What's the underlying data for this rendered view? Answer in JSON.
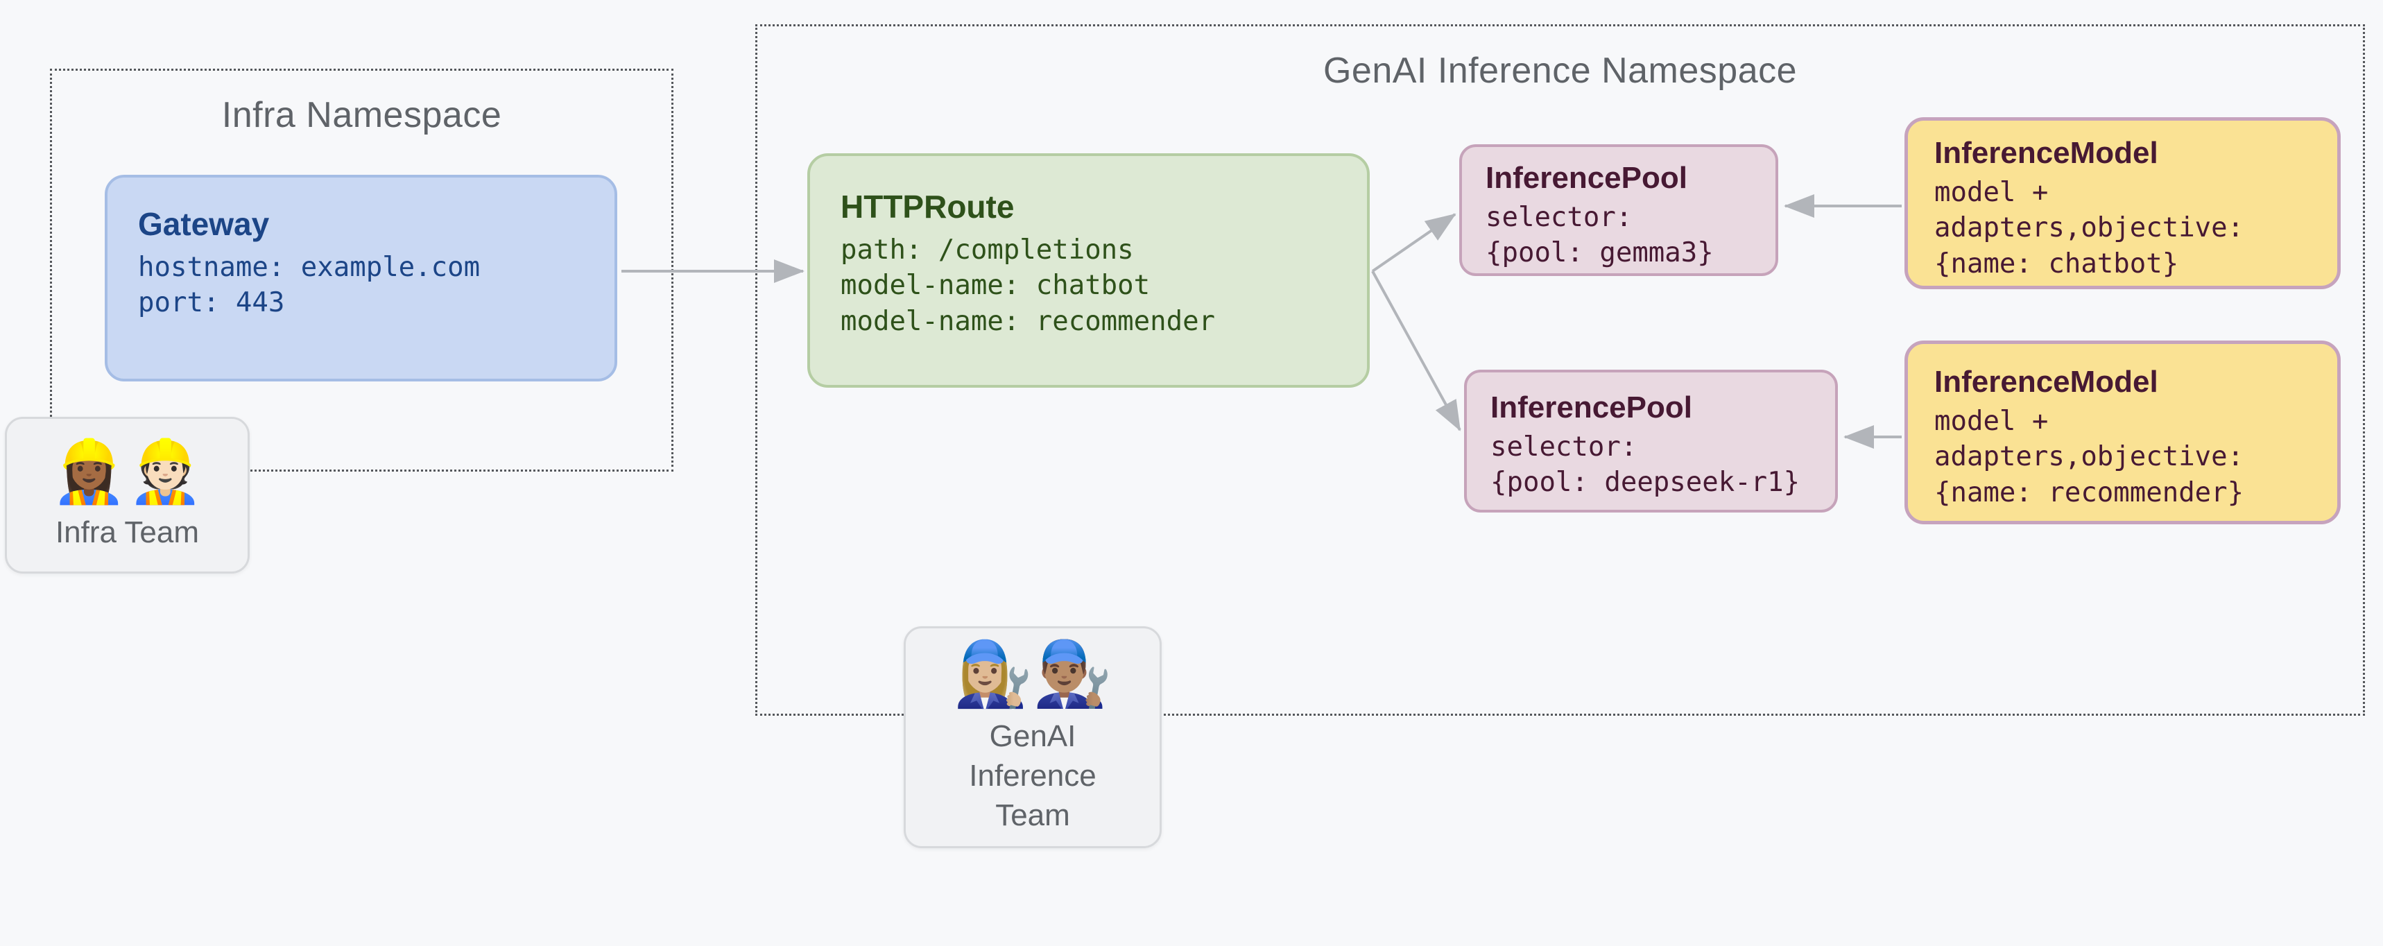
{
  "infra": {
    "title": "Infra Namespace",
    "gateway": {
      "title": "Gateway",
      "lines": [
        "hostname: example.com",
        "port: 443"
      ]
    },
    "team": {
      "emoji": "👷🏾‍♀️👷🏻",
      "label": "Infra Team"
    }
  },
  "genai": {
    "title": "GenAI Inference Namespace",
    "httproute": {
      "title": "HTTPRoute",
      "lines": [
        "path: /completions",
        "model-name: chatbot",
        "model-name: recommender"
      ]
    },
    "pools": [
      {
        "title": "InferencePool",
        "lines": [
          "selector:",
          "{pool: gemma3}"
        ]
      },
      {
        "title": "InferencePool",
        "lines": [
          "selector:",
          "{pool: deepseek-r1}"
        ]
      }
    ],
    "models": [
      {
        "title": "InferenceModel",
        "lines": [
          "model +",
          "adapters,objective:",
          "{name: chatbot}"
        ]
      },
      {
        "title": "InferenceModel",
        "lines": [
          "model +",
          "adapters,objective:",
          "{name: recommender}"
        ]
      }
    ],
    "team": {
      "emoji": "👩🏼‍🔧👨🏽‍🔧",
      "label": "GenAI Inference Team"
    }
  },
  "colors": {
    "background": "#f7f8fa",
    "namespace_border": "#54575b",
    "namespace_title": "#5f6368",
    "gateway_fill": "#c9d8f3",
    "gateway_border": "#a5bde5",
    "gateway_text": "#1c4587",
    "httproute_fill": "#dde9d4",
    "httproute_border": "#b5cda3",
    "httproute_text": "#2e511a",
    "pool_fill": "#e9d9e1",
    "pool_border": "#c6a3ba",
    "model_fill": "#fae294",
    "model_border": "#c6a3bd",
    "resource_text": "#471933",
    "team_fill": "#f1f2f4",
    "team_border": "#d7d9dc",
    "team_text": "#5f6368",
    "arrow": "#b2b5ba"
  }
}
